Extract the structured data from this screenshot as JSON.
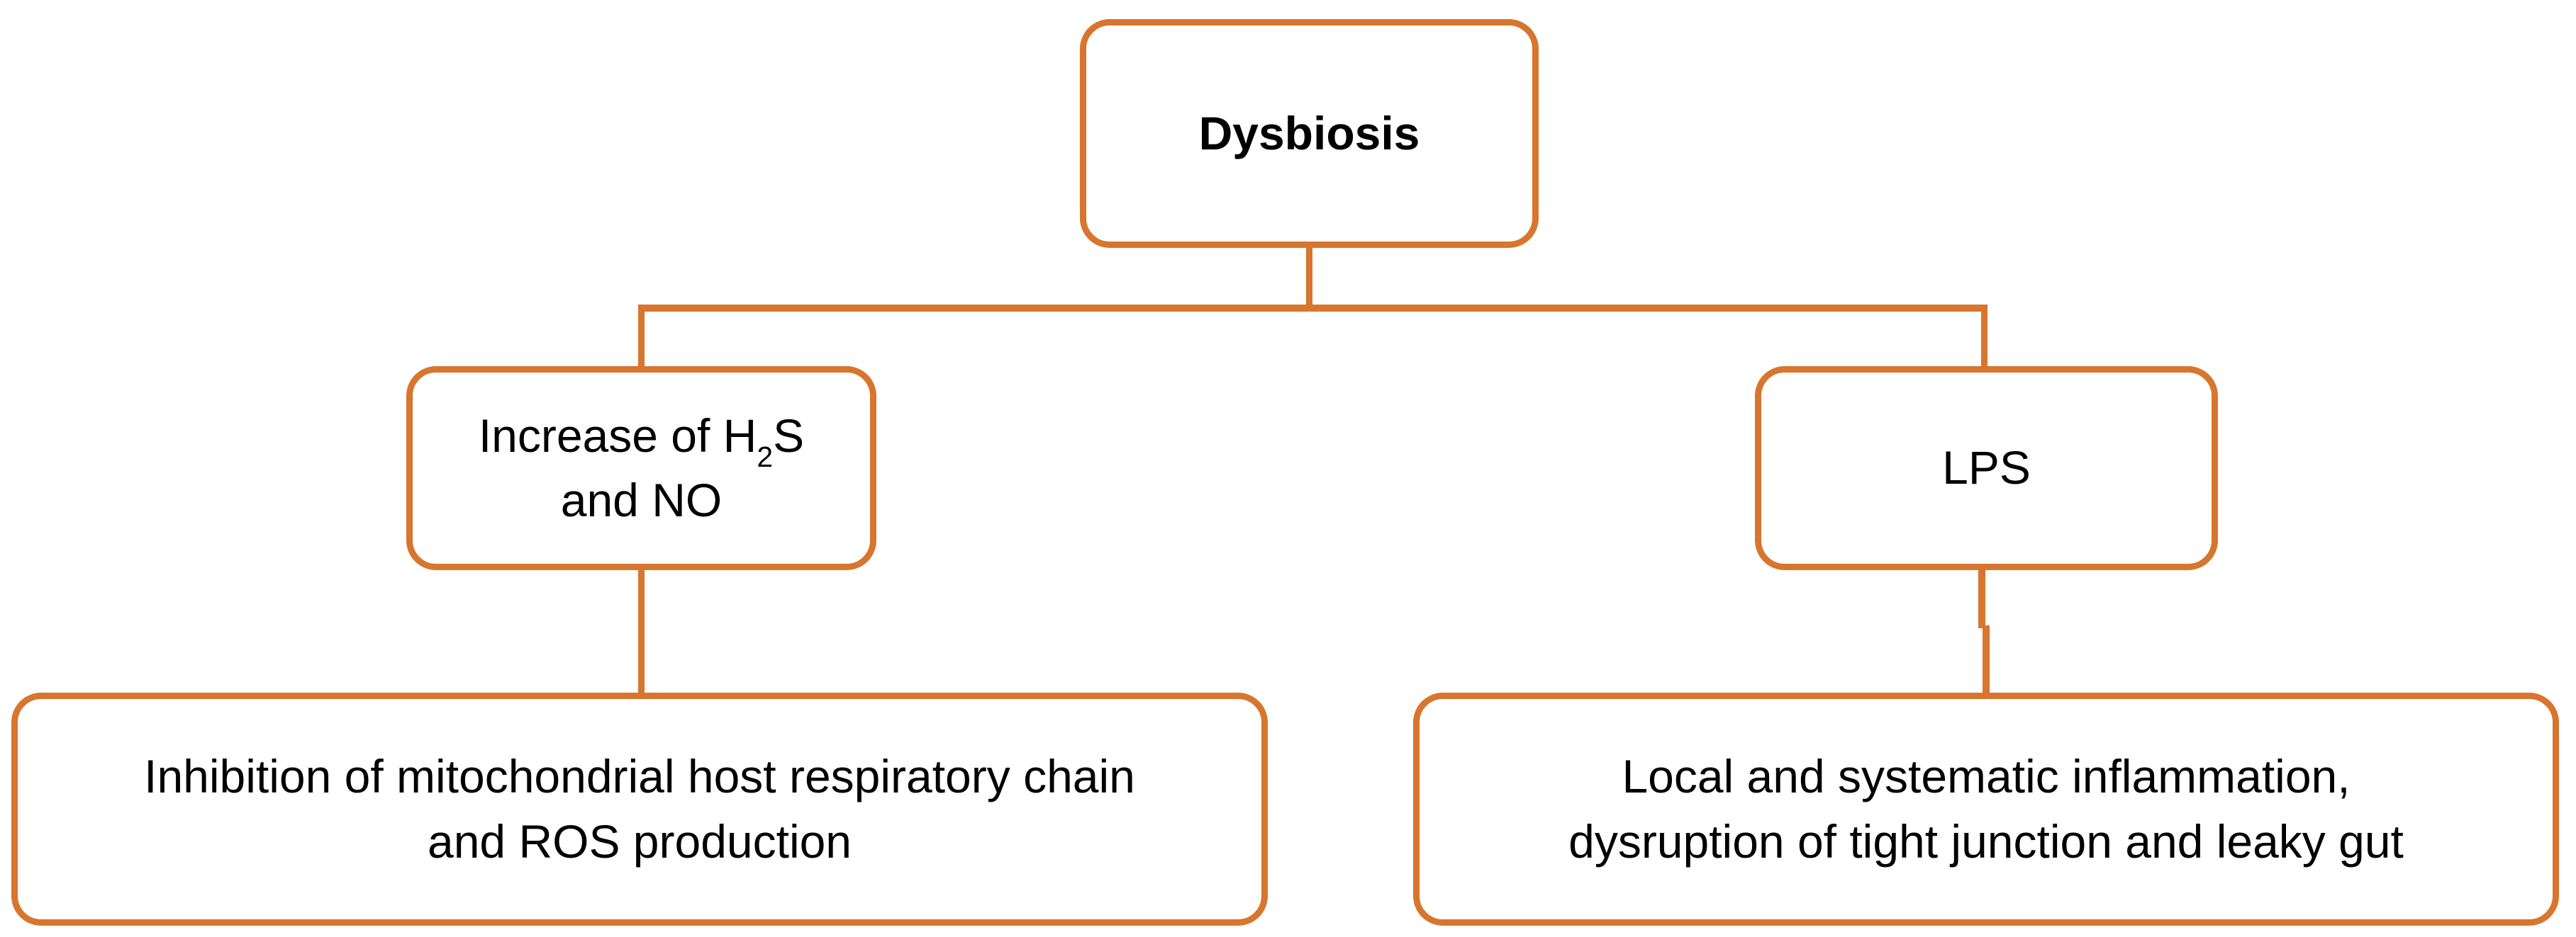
{
  "colors": {
    "accent_orange": "#D8752E",
    "text": "#000000",
    "background": "#FFFFFF"
  },
  "diagram": {
    "root": {
      "label": "Dysbiosis"
    },
    "branch_left": {
      "line1_prefix": "Increase of H",
      "line1_subscript": "2",
      "line1_suffix": "S",
      "line2": "and NO"
    },
    "branch_right": {
      "label": "LPS"
    },
    "outcome_left": {
      "line1": "Inhibition of mitochondrial host respiratory chain",
      "line2": "and ROS production"
    },
    "outcome_right": {
      "line1": "Local and systematic inflammation,",
      "line2": "dysruption of tight junction and leaky gut"
    }
  }
}
